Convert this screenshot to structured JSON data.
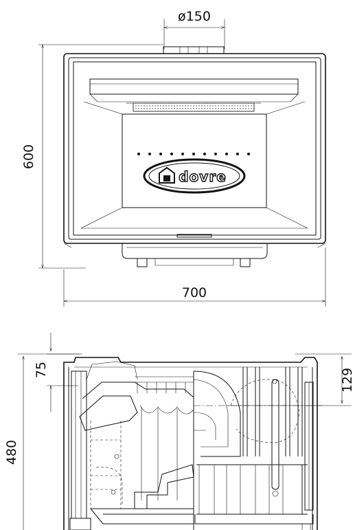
{
  "dimensions": {
    "flue_diameter": "ø150",
    "front_height": "600",
    "front_width": "700",
    "side_depth": "480",
    "top_offset_small": "75",
    "top_offset_large": "129"
  },
  "brand": {
    "logo_text": "dovre"
  }
}
